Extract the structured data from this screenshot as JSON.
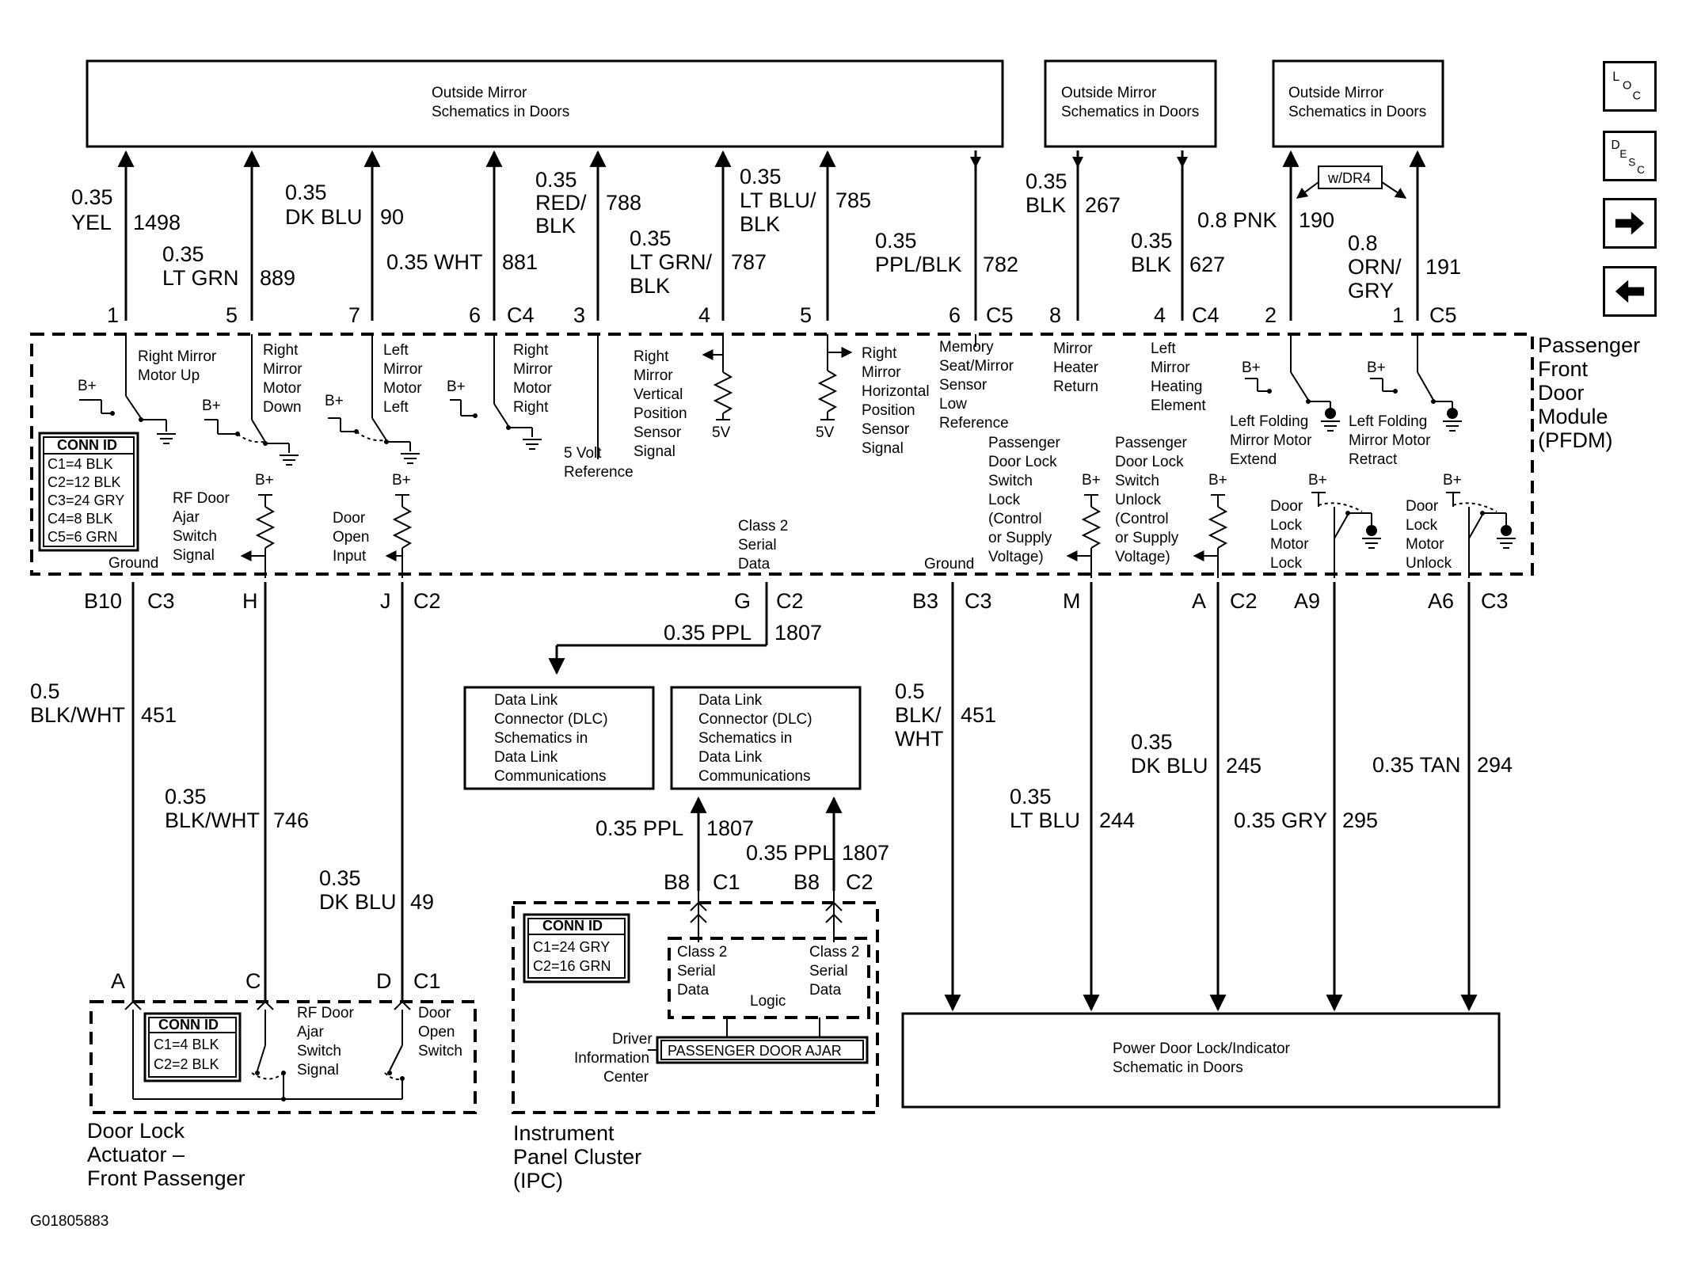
{
  "diagram_id": "G01805883",
  "nav": {
    "loc": [
      "L",
      "O",
      "C"
    ],
    "desc": [
      "D",
      "E",
      "S",
      "C"
    ],
    "next": "right-arrow-icon",
    "prev": "left-arrow-icon"
  },
  "top_boxes": {
    "box1": [
      "Outside Mirror",
      "Schematics in Doors"
    ],
    "box2": [
      "Outside Mirror",
      "Schematics in Doors"
    ],
    "box3": [
      "Outside Mirror",
      "Schematics in Doors"
    ],
    "option": "w/DR4"
  },
  "top_wires": [
    {
      "size": "0.35",
      "color": "YEL",
      "circuit": "1498",
      "pin": "1"
    },
    {
      "size": "0.35",
      "color": "LT GRN",
      "circuit": "889",
      "pin": "5"
    },
    {
      "size": "0.35",
      "color": "DK BLU",
      "circuit": "90",
      "pin": "7"
    },
    {
      "label": "0.35 WHT",
      "circuit": "881",
      "pin": "6",
      "conn": "C4"
    },
    {
      "size": "0.35",
      "color": "RED/",
      "color2": "BLK",
      "circuit": "788",
      "pin": "3"
    },
    {
      "size": "0.35",
      "color": "LT GRN/",
      "color2": "BLK",
      "circuit": "787",
      "pin": "4"
    },
    {
      "size": "0.35",
      "color": "LT BLU/",
      "color2": "BLK",
      "circuit": "785",
      "pin": "5"
    },
    {
      "size": "0.35",
      "color": "PPL/BLK",
      "circuit": "782",
      "pin": "6",
      "conn": "C5"
    },
    {
      "size": "0.35",
      "color": "BLK",
      "circuit": "267",
      "pin": "8"
    },
    {
      "size": "0.35",
      "color": "BLK",
      "circuit": "627",
      "pin": "4",
      "conn": "C4"
    },
    {
      "label": "0.8 PNK",
      "circuit": "190",
      "pin": "2"
    },
    {
      "size": "0.8",
      "color": "ORN/",
      "color2": "GRY",
      "circuit": "191",
      "pin": "1",
      "conn": "C5"
    }
  ],
  "pfdm": {
    "title": [
      "Passenger",
      "Front",
      "Door",
      "Module",
      "(PFDM)"
    ],
    "conn_id": {
      "title": "CONN ID",
      "rows": [
        "C1=4 BLK",
        "C2=12 BLK",
        "C3=24 GRY",
        "C4=8 BLK",
        "C5=6 GRN"
      ]
    },
    "bplus": "B+",
    "five_v": "5V",
    "sw_right_up": [
      "Right  Mirror",
      "Motor Up"
    ],
    "sw_right_down": [
      "Right",
      "Mirror",
      "Motor",
      "Down"
    ],
    "sw_left": [
      "Left",
      "Mirror",
      "Motor",
      "Left"
    ],
    "sw_right_right": [
      "Right",
      "Mirror",
      "Motor",
      "Right"
    ],
    "five_volt_ref": [
      "5 Volt",
      "Reference"
    ],
    "vert_sensor": [
      "Right",
      "Mirror",
      "Vertical",
      "Position",
      "Sensor",
      "Signal"
    ],
    "horiz_sensor": [
      "Right",
      "Mirror",
      "Horizontal",
      "Position",
      "Sensor",
      "Signal"
    ],
    "mem_low_ref": [
      "Memory",
      "Seat/Mirror",
      "Sensor",
      "Low",
      "Reference"
    ],
    "heater_return": [
      "Mirror",
      "Heater",
      "Return"
    ],
    "heating_elem": [
      "Left",
      "Mirror",
      "Heating",
      "Element"
    ],
    "fold_extend": [
      "Left Folding",
      "Mirror Motor",
      "Extend"
    ],
    "fold_retract": [
      "Left Folding",
      "Mirror Motor",
      "Retract"
    ],
    "rf_ajar_signal": [
      "RF Door",
      "Ajar",
      "Switch",
      "Signal"
    ],
    "ground1": "Ground",
    "door_open_input": [
      "Door",
      "Open",
      "Input"
    ],
    "class2": [
      "Class 2",
      "Serial",
      "Data"
    ],
    "ground2": "Ground",
    "lock_sw": [
      "Passenger",
      "Door Lock",
      "Switch",
      "Lock",
      "(Control",
      "or Supply",
      "Voltage)"
    ],
    "unlock_sw": [
      "Passenger",
      "Door Lock",
      "Switch",
      "Unlock",
      "(Control",
      "or Supply",
      "Voltage)"
    ],
    "motor_lock": [
      "Door",
      "Lock",
      "Motor",
      "Lock"
    ],
    "motor_unlock": [
      "Door",
      "Lock",
      "Motor",
      "Unlock"
    ]
  },
  "bottom_pins": {
    "b10": "B10",
    "c3a": "C3",
    "h": "H",
    "j": "J",
    "c2a": "C2",
    "g": "G",
    "c2b": "C2",
    "b3": "B3",
    "c3b": "C3",
    "m": "M",
    "a": "A",
    "c2c": "C2",
    "a9": "A9",
    "a6": "A6",
    "c3c": "C3"
  },
  "bottom_wires": {
    "w451a": {
      "size": "0.5",
      "color": "BLK/WHT",
      "circuit": "451"
    },
    "w746": {
      "size": "0.35",
      "color": "BLK/WHT",
      "circuit": "746"
    },
    "w49": {
      "size": "0.35",
      "color": "DK BLU",
      "circuit": "49"
    },
    "w1807a": {
      "label": "0.35 PPL",
      "circuit": "1807"
    },
    "w1807b": {
      "label": "0.35 PPL",
      "circuit": "1807"
    },
    "w1807c": {
      "label": "0.35 PPL",
      "circuit": "1807"
    },
    "w451b": {
      "size": "0.5",
      "color": "BLK/",
      "color2": "WHT",
      "circuit": "451"
    },
    "w244": {
      "size": "0.35",
      "color": "LT BLU",
      "circuit": "244"
    },
    "w245": {
      "size": "0.35",
      "color": "DK BLU",
      "circuit": "245"
    },
    "w295": {
      "label": "0.35 GRY",
      "circuit": "295"
    },
    "w294": {
      "label": "0.35 TAN",
      "circuit": "294"
    }
  },
  "dlc_box1": [
    "Data Link",
    "Connector (DLC)",
    "Schematics in",
    "Data Link",
    "Communications"
  ],
  "dlc_box2": [
    "Data Link",
    "Connector (DLC)",
    "Schematics in",
    "Data Link",
    "Communications"
  ],
  "ipc": {
    "title": [
      "Instrument",
      "Panel Cluster",
      "(IPC)"
    ],
    "pins": {
      "b8a": "B8",
      "c1": "C1",
      "b8b": "B8",
      "c2": "C2"
    },
    "conn_id": {
      "title": "CONN ID",
      "rows": [
        "C1=24 GRY",
        "C2=16 GRN"
      ]
    },
    "class2": [
      "Class 2",
      "Serial",
      "Data"
    ],
    "logic": "Logic",
    "dic": [
      "Driver",
      "Information",
      "Center"
    ],
    "display": "PASSENGER DOOR AJAR"
  },
  "actuator": {
    "title": [
      "Door Lock",
      "Actuator –",
      "Front Passenger"
    ],
    "pins": {
      "a": "A",
      "c": "C",
      "d": "D",
      "c1": "C1"
    },
    "conn_id": {
      "title": "CONN ID",
      "rows": [
        "C1=4 BLK",
        "C2=2 BLK"
      ]
    },
    "rf_ajar": [
      "RF Door",
      "Ajar",
      "Switch",
      "Signal"
    ],
    "door_open": [
      "Door",
      "Open",
      "Switch"
    ]
  },
  "power_box": [
    "Power Door Lock/Indicator",
    "Schematic in Doors"
  ]
}
